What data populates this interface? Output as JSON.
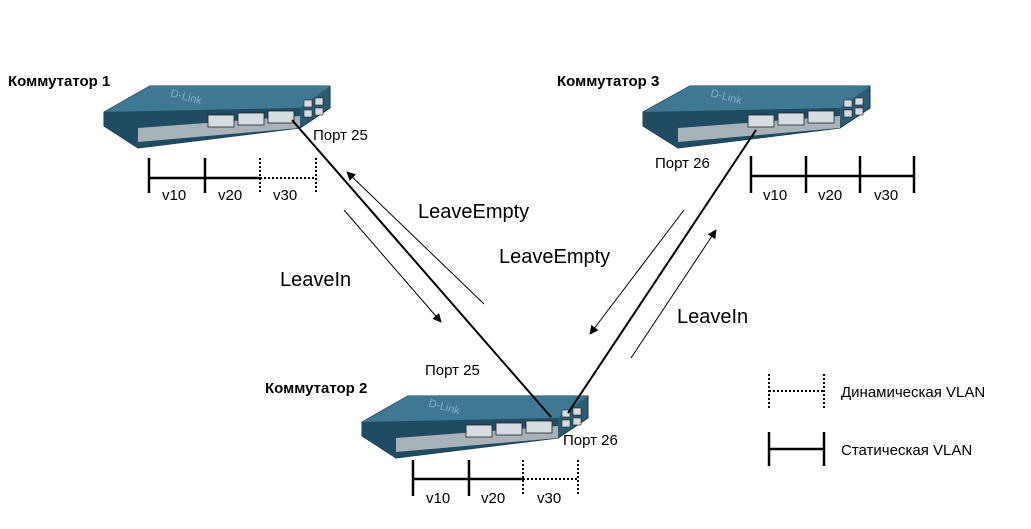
{
  "switches": [
    {
      "name": "Коммутатор 1",
      "logo": "D-Link"
    },
    {
      "name": "Коммутатор 2",
      "logo": "D-Link"
    },
    {
      "name": "Коммутатор 3",
      "logo": "D-Link"
    }
  ],
  "ports": {
    "sw1_port": "Порт 25",
    "sw2_left_port": "Порт 25",
    "sw2_right_port": "Порт 26",
    "sw3_port": "Порт 26"
  },
  "messages": {
    "left_up": "LeaveEmpty",
    "left_down": "LeaveIn",
    "right_down": "LeaveEmpty",
    "right_up": "LeaveIn"
  },
  "vlans": {
    "sw1": [
      "v10",
      "v20",
      "v30"
    ],
    "sw2": [
      "v10",
      "v20",
      "v30"
    ],
    "sw3": [
      "v10",
      "v20",
      "v30"
    ]
  },
  "legend": {
    "dynamic": "Динамическая VLAN",
    "static": "Статическая VLAN"
  }
}
